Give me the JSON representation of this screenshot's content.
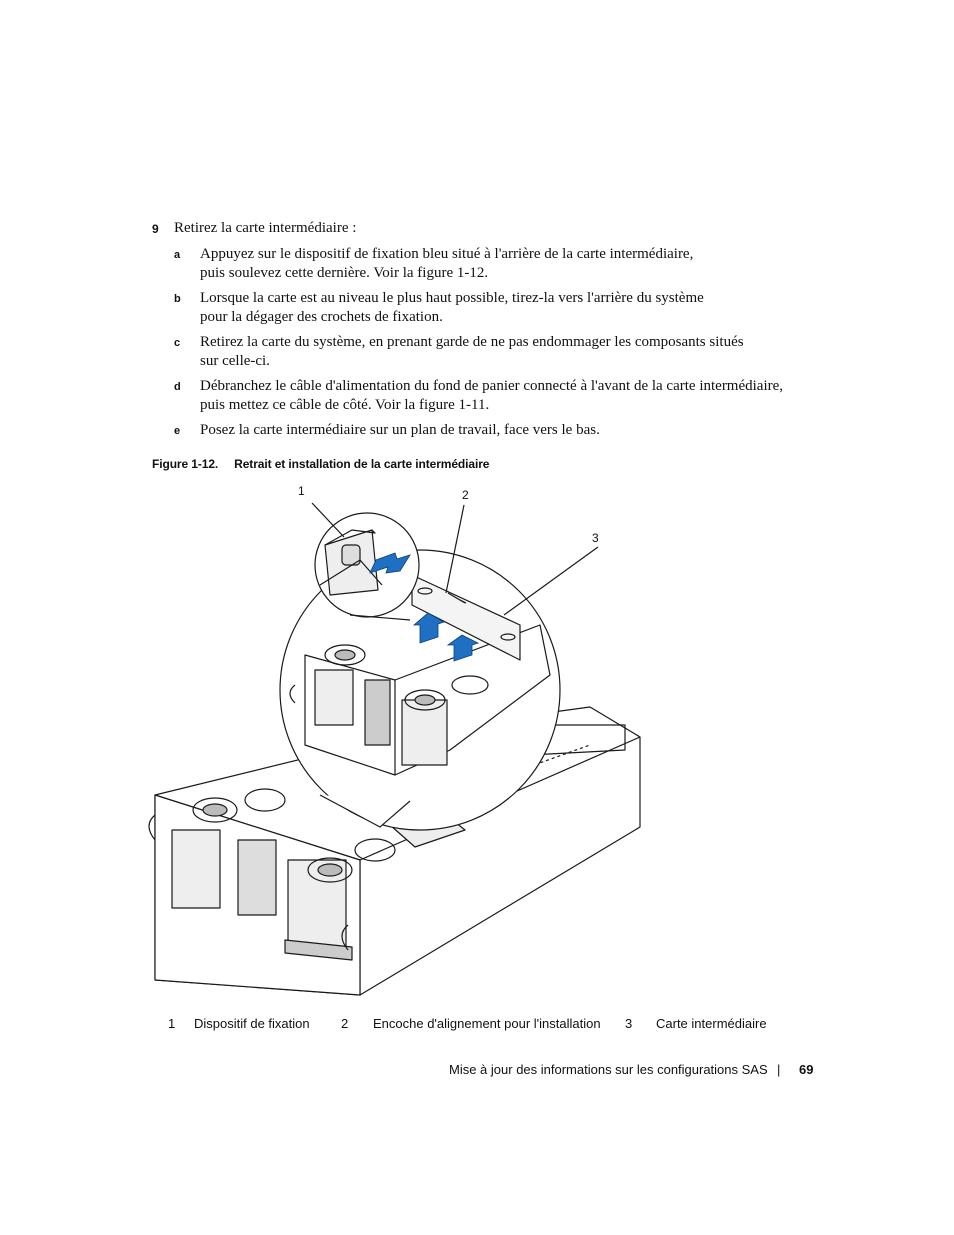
{
  "step": {
    "number": "9",
    "text": "Retirez la carte intermédiaire :",
    "substeps": [
      {
        "letter": "a",
        "line1": "Appuyez sur le dispositif de fixation bleu situé à l'arrière de la carte intermédiaire,",
        "line2": "puis soulevez cette dernière. Voir la figure 1-12."
      },
      {
        "letter": "b",
        "line1": "Lorsque la carte est au niveau le plus haut possible, tirez-la vers l'arrière du système",
        "line2": "pour la dégager des crochets de fixation."
      },
      {
        "letter": "c",
        "line1": "Retirez la carte du système, en prenant garde de ne pas endommager les composants situés",
        "line2": "sur celle-ci."
      },
      {
        "letter": "d",
        "line1": "Débranchez le câble d'alimentation du fond de panier connecté à l'avant de la carte intermédiaire,",
        "line2": "puis mettez ce câble de côté. Voir la figure 1-11."
      },
      {
        "letter": "e",
        "line1": "Posez la carte intermédiaire sur un plan de travail, face vers le bas.",
        "line2": ""
      }
    ]
  },
  "figure": {
    "label": "Figure 1-12.",
    "title": "Retrait et installation de la carte intermédiaire",
    "callouts": [
      "1",
      "2",
      "3"
    ],
    "legend": [
      {
        "num": "1",
        "text": "Dispositif de fixation"
      },
      {
        "num": "2",
        "text": "Encoche d'alignement pour l'installation"
      },
      {
        "num": "3",
        "text": "Carte intermédiaire"
      }
    ],
    "arrow_color": "#1f6fc2"
  },
  "footer": {
    "section": "Mise à jour des informations sur les configurations SAS",
    "separator": "|",
    "page": "69"
  }
}
